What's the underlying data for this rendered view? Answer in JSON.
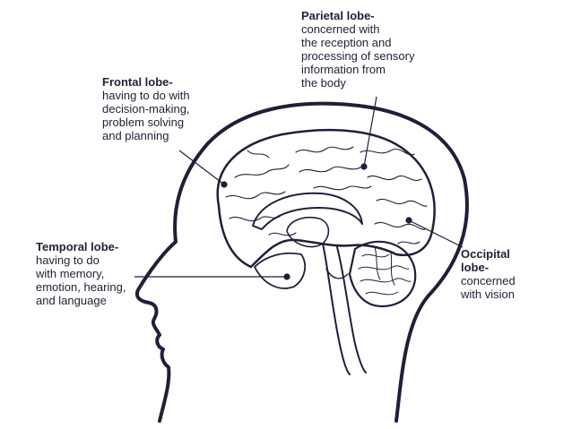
{
  "labels": {
    "parietal": {
      "title": "Parietal lobe-",
      "description": "concerned with\nthe reception and\nprocessing of sensory\ninformation from\nthe body"
    },
    "frontal": {
      "title": "Frontal lobe-",
      "description": "having to do with\ndecision-making,\nproblem solving\nand planning"
    },
    "temporal": {
      "title": "Temporal lobe-",
      "description": "having to do\nwith memory,\nemotion, hearing,\nand language"
    },
    "occipital": {
      "title": "Occipital\nlobe-",
      "description": "concerned\nwith vision"
    }
  },
  "colors": {
    "ink": "#1f1f3a",
    "background": "#ffffff"
  }
}
